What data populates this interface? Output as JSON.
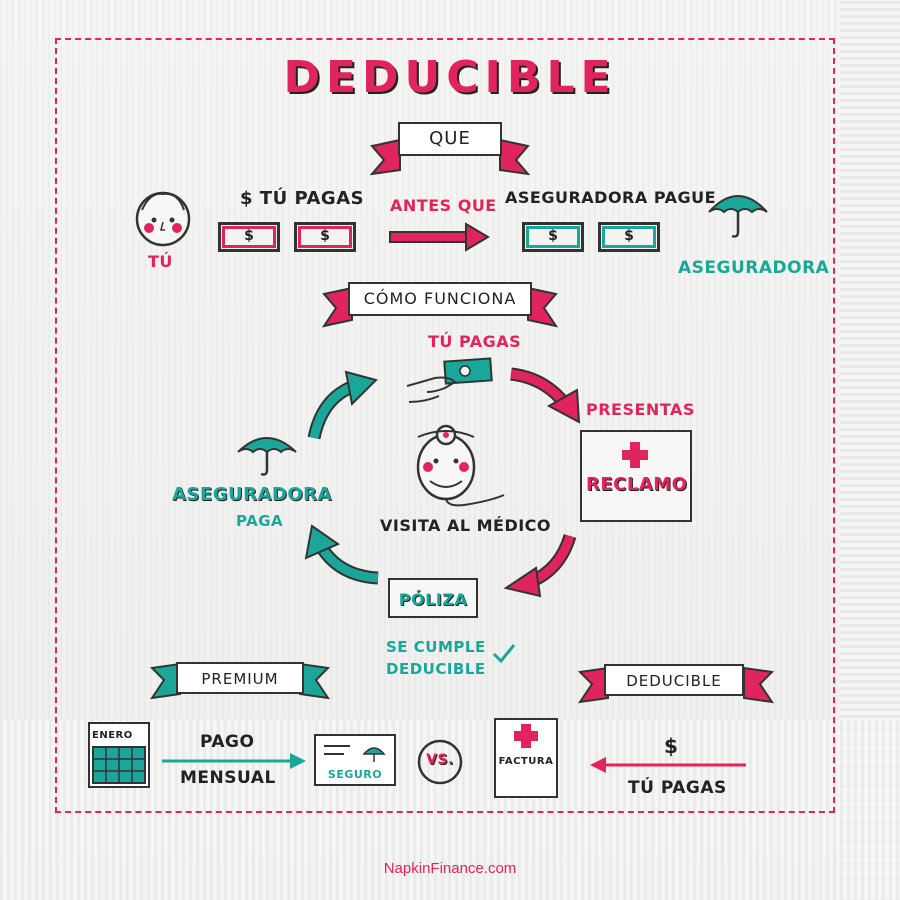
{
  "title": "DEDUCIBLE",
  "section_que": {
    "banner": "QUE",
    "you_label": "TÚ",
    "you_pay": "$ TÚ PAGAS",
    "before": "ANTES QUE",
    "insurer_pays": "ASEGURADORA PAGUE",
    "insurer_label": "ASEGURADORA",
    "bill_symbol": "$"
  },
  "section_how": {
    "banner": "CÓMO FUNCIONA",
    "you_pay": "TÚ PAGAS",
    "presentas": "PRESENTAS",
    "reclamo": "RECLAMO",
    "doctor": "VISITA AL MÉDICO",
    "policy": "PÓLIZA",
    "deductible_met_1": "SE CUMPLE",
    "deductible_met_2": "DEDUCIBLE",
    "insurer": "ASEGURADORA",
    "pays": "PAGA"
  },
  "section_compare": {
    "premium_banner": "PREMIUM",
    "deductible_banner": "DEDUCIBLE",
    "calendar_label": "ENERO",
    "monthly_1": "PAGO",
    "monthly_2": "MENSUAL",
    "insurance_card": "SEGURO",
    "vs": "VS.",
    "invoice": "FACTURA",
    "dollar": "$",
    "you_pay": "TÚ PAGAS"
  },
  "footer": {
    "link": "NapkinFinance.com"
  },
  "colors": {
    "pink": "#e0245e",
    "teal": "#1aa79a",
    "ink": "#222222"
  }
}
